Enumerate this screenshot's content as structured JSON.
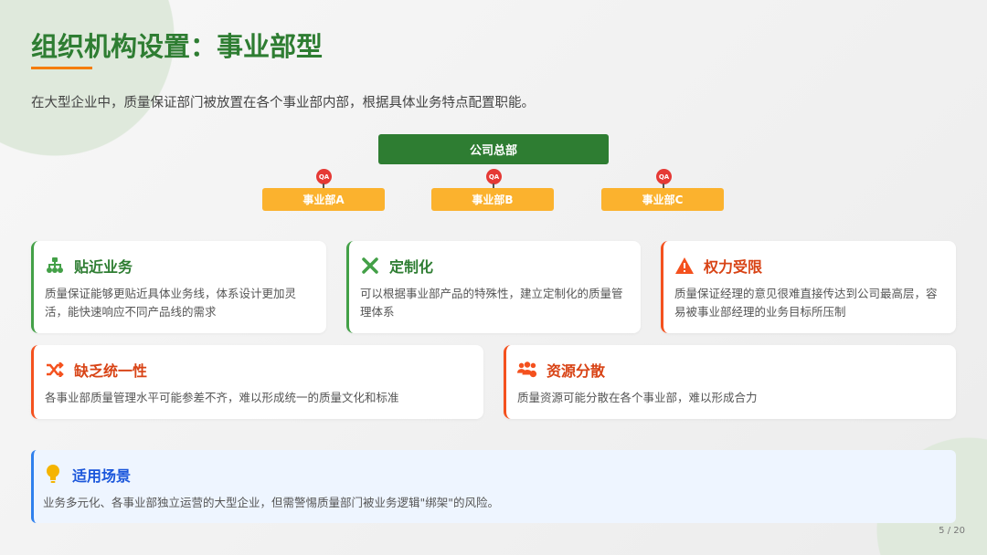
{
  "title": "组织机构设置：事业部型",
  "subtitle": "在大型企业中，质量保证部门被放置在各个事业部内部，根据具体业务特点配置职能。",
  "org": {
    "hq": "公司总部",
    "qa_label": "QA",
    "divisions": [
      "事业部A",
      "事业部B",
      "事业部C"
    ]
  },
  "cards": [
    {
      "icon": "sitemap-icon",
      "title": "贴近业务",
      "desc": "质量保证能够更贴近具体业务线，体系设计更加灵活，能快速响应不同产品线的需求"
    },
    {
      "icon": "tools-icon",
      "title": "定制化",
      "desc": "可以根据事业部产品的特殊性，建立定制化的质量管理体系"
    },
    {
      "icon": "warning-icon",
      "title": "权力受限",
      "desc": "质量保证经理的意见很难直接传达到公司最高层，容易被事业部经理的业务目标所压制"
    },
    {
      "icon": "shuffle-icon",
      "title": "缺乏统一性",
      "desc": "各事业部质量管理水平可能参差不齐，难以形成统一的质量文化和标准"
    },
    {
      "icon": "users-cog-icon",
      "title": "资源分散",
      "desc": "质量资源可能分散在各个事业部，难以形成合力"
    }
  ],
  "scene": {
    "icon": "lightbulb-icon",
    "title": "适用场景",
    "desc": "业务多元化、各事业部独立运营的大型企业，但需警惕质量部门被业务逻辑\"绑架\"的风险。"
  },
  "page": "5 / 20",
  "colors": {
    "green": "#2e7d32",
    "orange": "#fbb22e",
    "red": "#e53935",
    "blue": "#2f80ed"
  }
}
